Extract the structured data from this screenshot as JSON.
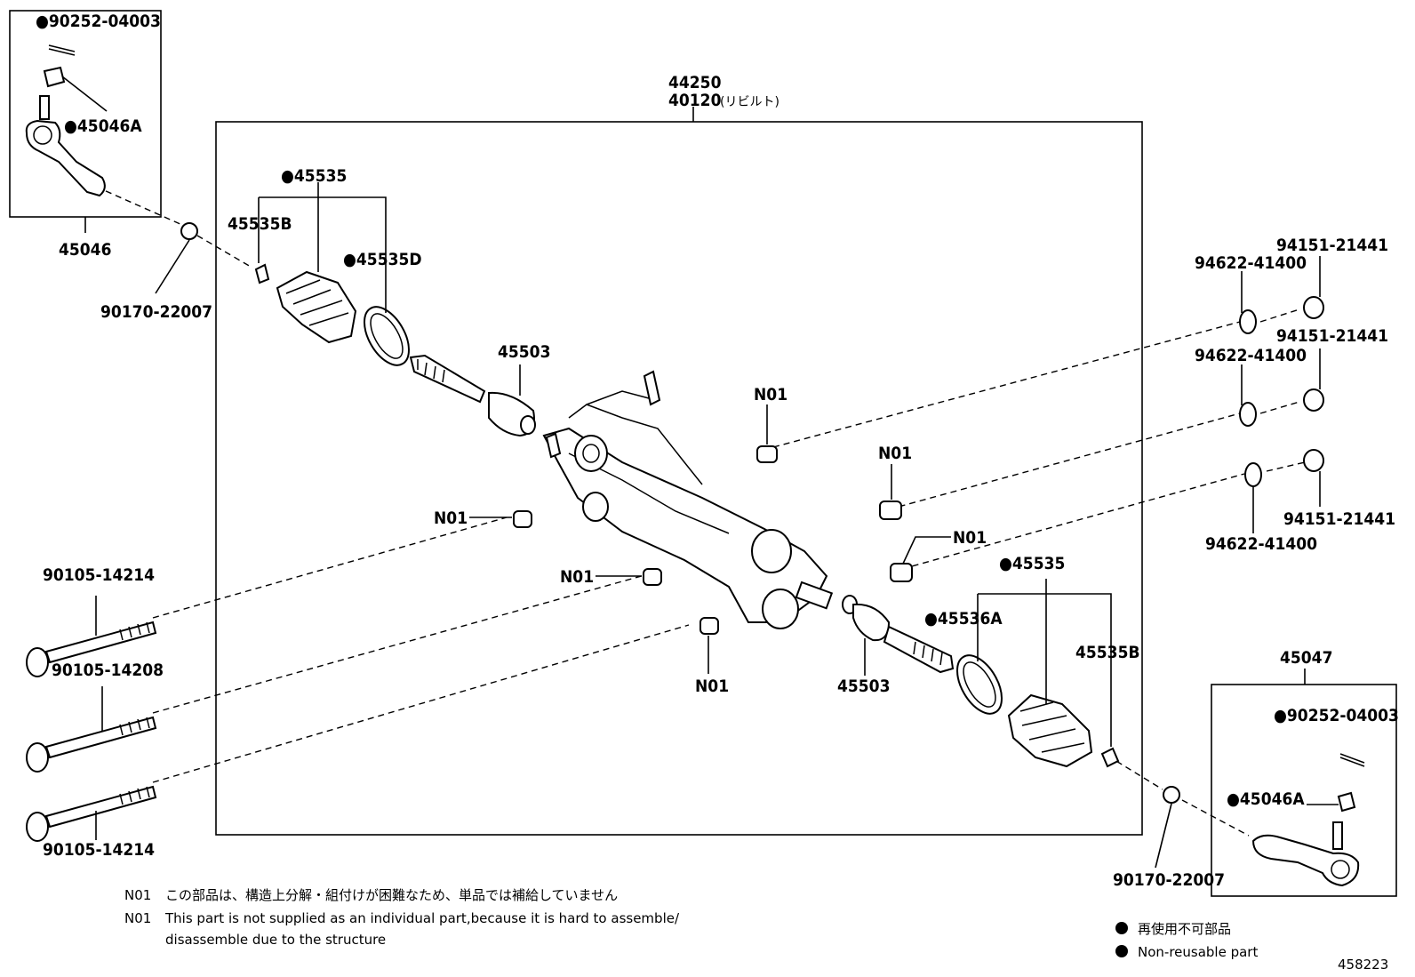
{
  "colors": {
    "ink": "#000000",
    "paper": "#ffffff"
  },
  "labels": {
    "assembly_44250": "44250",
    "assembly_40120": "40120",
    "rebuilt_note": "(リビルト)",
    "part_90252_left": "●90252-04003",
    "part_45046A_left": "●45046A",
    "part_45046": "45046",
    "part_90170_left": "90170-22007",
    "part_45535_left": "●45535",
    "part_45535B_left": "45535B",
    "part_45535D": "●45535D",
    "part_45503_left": "45503",
    "n01_a": "N01",
    "n01_b": "N01",
    "n01_c": "N01",
    "n01_d": "N01",
    "n01_e": "N01",
    "n01_f": "N01",
    "part_94151_a": "94151-21441",
    "part_94622_a": "94622-41400",
    "part_94151_b": "94151-21441",
    "part_94622_b": "94622-41400",
    "part_94151_c": "94151-21441",
    "part_94622_c": "94622-41400",
    "part_90105_a": "90105-14214",
    "part_90105_b": "90105-14208",
    "part_90105_c": "90105-14214",
    "part_45535_right": "●45535",
    "part_45536A": "●45536A",
    "part_45535B_right": "45535B",
    "part_45503_right": "45503",
    "part_45047": "45047",
    "part_90252_right": "●90252-04003",
    "part_45046A_right": "●45046A",
    "part_90170_right": "90170-22007"
  },
  "notes": {
    "n01_jp_code": "N01",
    "n01_jp_text": "この部品は、構造上分解・組付けが困難なため、単品では補給していません",
    "n01_en_code": "N01",
    "n01_en_line1": "This part is not supplied as an individual part,because it is hard to assemble/",
    "n01_en_line2": "disassemble due to the structure"
  },
  "legend": {
    "jp": "再使用不可部品",
    "en": "Non-reusable part"
  },
  "figure_number": "458223"
}
